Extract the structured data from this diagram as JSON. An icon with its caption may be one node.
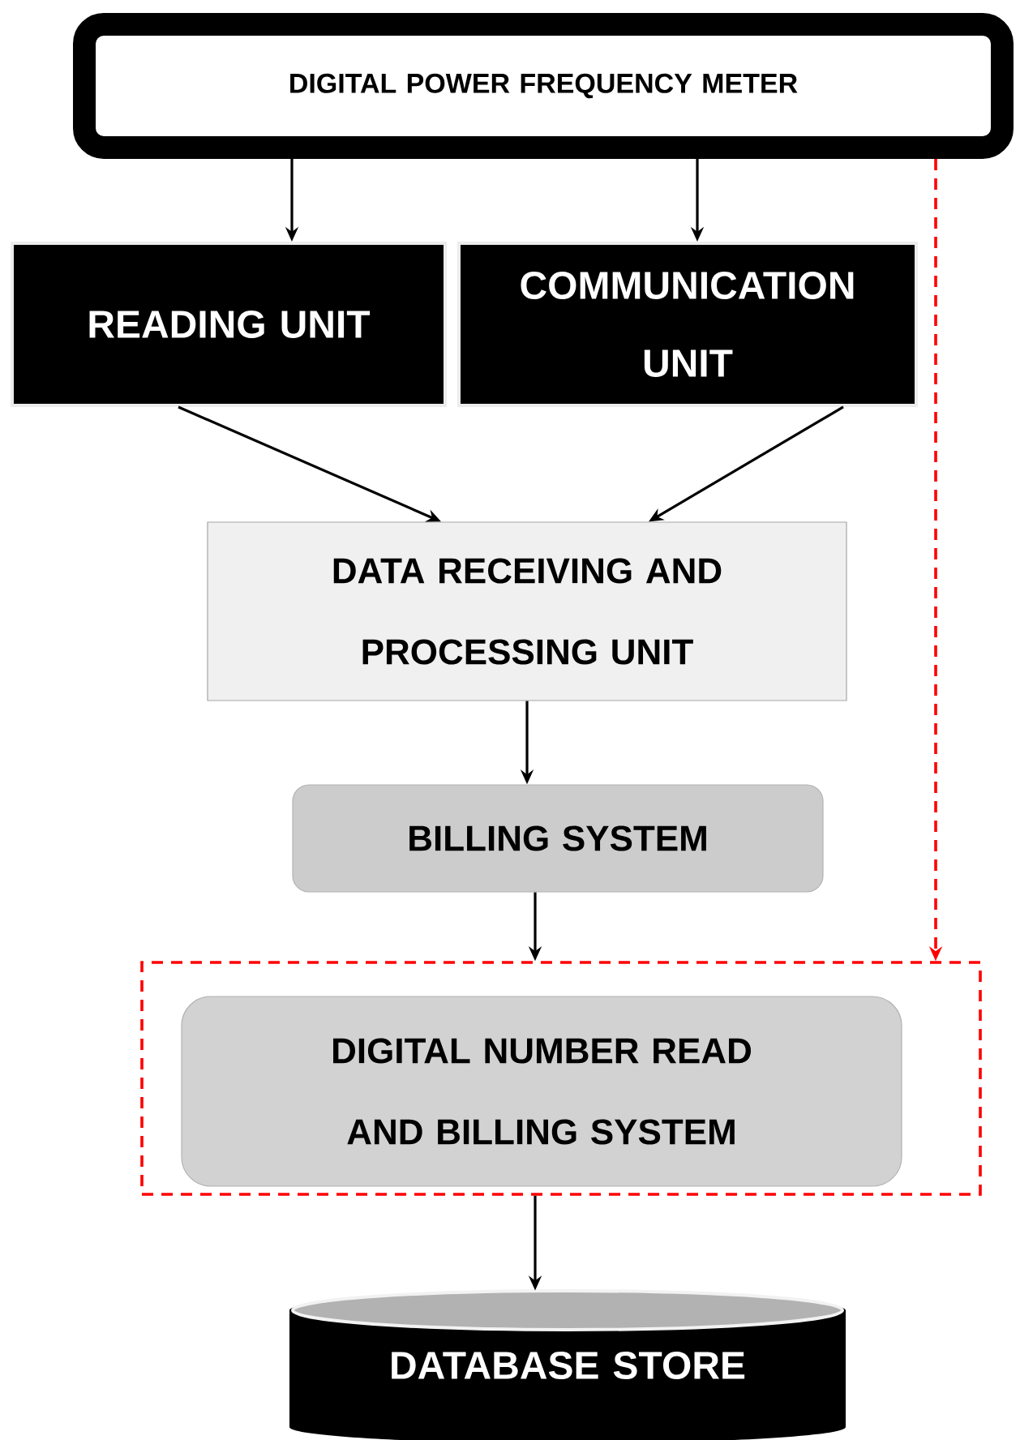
{
  "diagram": {
    "nodes": [
      {
        "text": [
          "DIGITAL POWER FREQUENCY METER"
        ]
      },
      {
        "text": [
          "READING UNIT"
        ]
      },
      {
        "text": [
          "COMMUNICATION UNIT"
        ]
      },
      {
        "text": [
          "DATA RECEIVING AND PROCESSING UNIT"
        ]
      },
      {
        "text": [
          "BILLING SYSTEM"
        ]
      },
      {
        "text": [],
        "shape": "box"
      },
      {
        "text": [
          "DIGITAL NUMBER READ AND BILLING SYSTEM"
        ],
        "in": 5
      },
      {
        "text": [
          "DATABASE STORE"
        ]
      }
    ],
    "edges": [
      {
        "from": 0,
        "to": 1,
        "arrow": "to"
      },
      {
        "from": 0,
        "to": 2,
        "arrow": "to"
      },
      {
        "from": 1,
        "to": 3,
        "arrow": "to"
      },
      {
        "from": 2,
        "to": 3,
        "arrow": "to"
      },
      {
        "from": 3,
        "to": 4,
        "arrow": "to"
      },
      {
        "from": 4,
        "to": 5,
        "arrow": "to"
      },
      {
        "from": 0,
        "to": 5,
        "arrow": "to",
        "style": "dashed",
        "color": "#ff0000"
      },
      {
        "from": 5,
        "to": 7,
        "arrow": "to"
      }
    ]
  }
}
